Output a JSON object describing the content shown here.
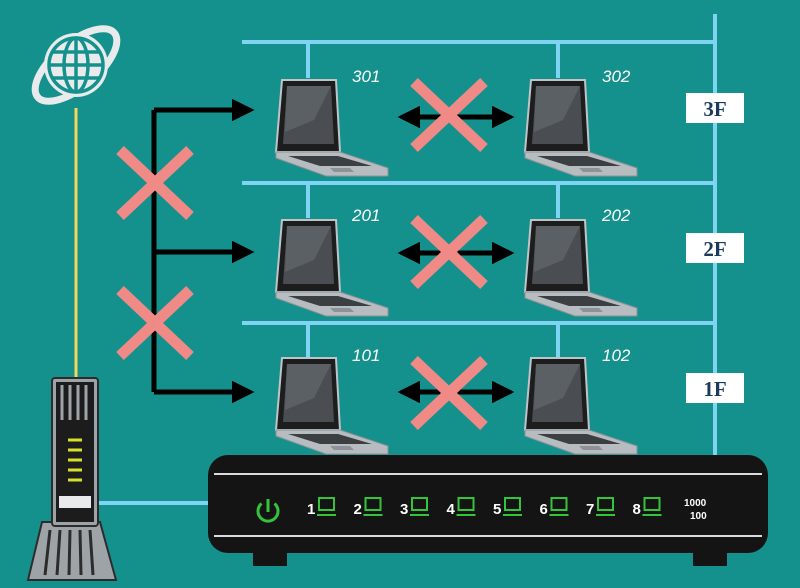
{
  "floors": [
    {
      "label": "3F",
      "rooms": [
        {
          "label": "301"
        },
        {
          "label": "302"
        }
      ]
    },
    {
      "label": "2F",
      "rooms": [
        {
          "label": "201"
        },
        {
          "label": "202"
        }
      ]
    },
    {
      "label": "1F",
      "rooms": [
        {
          "label": "101"
        },
        {
          "label": "102"
        }
      ]
    }
  ],
  "switch": {
    "ports": [
      {
        "label": "1"
      },
      {
        "label": "2"
      },
      {
        "label": "3"
      },
      {
        "label": "4"
      },
      {
        "label": "5"
      },
      {
        "label": "6"
      },
      {
        "label": "7"
      },
      {
        "label": "8"
      }
    ],
    "speed_top": "1000",
    "speed_bottom": "100",
    "power_icon": "power-icon"
  },
  "icons": {
    "internet": "globe-icon",
    "router": "router-icon",
    "laptop": "laptop-icon",
    "blocked": "cross-mark-icon"
  },
  "colors": {
    "background": "#14918d",
    "lan_line": "#7fd4f4",
    "wan_line": "#f5d75c",
    "cross": "#f08a86",
    "arrow": "#000000",
    "port_green": "#34c43a",
    "switch_body": "#141414"
  }
}
